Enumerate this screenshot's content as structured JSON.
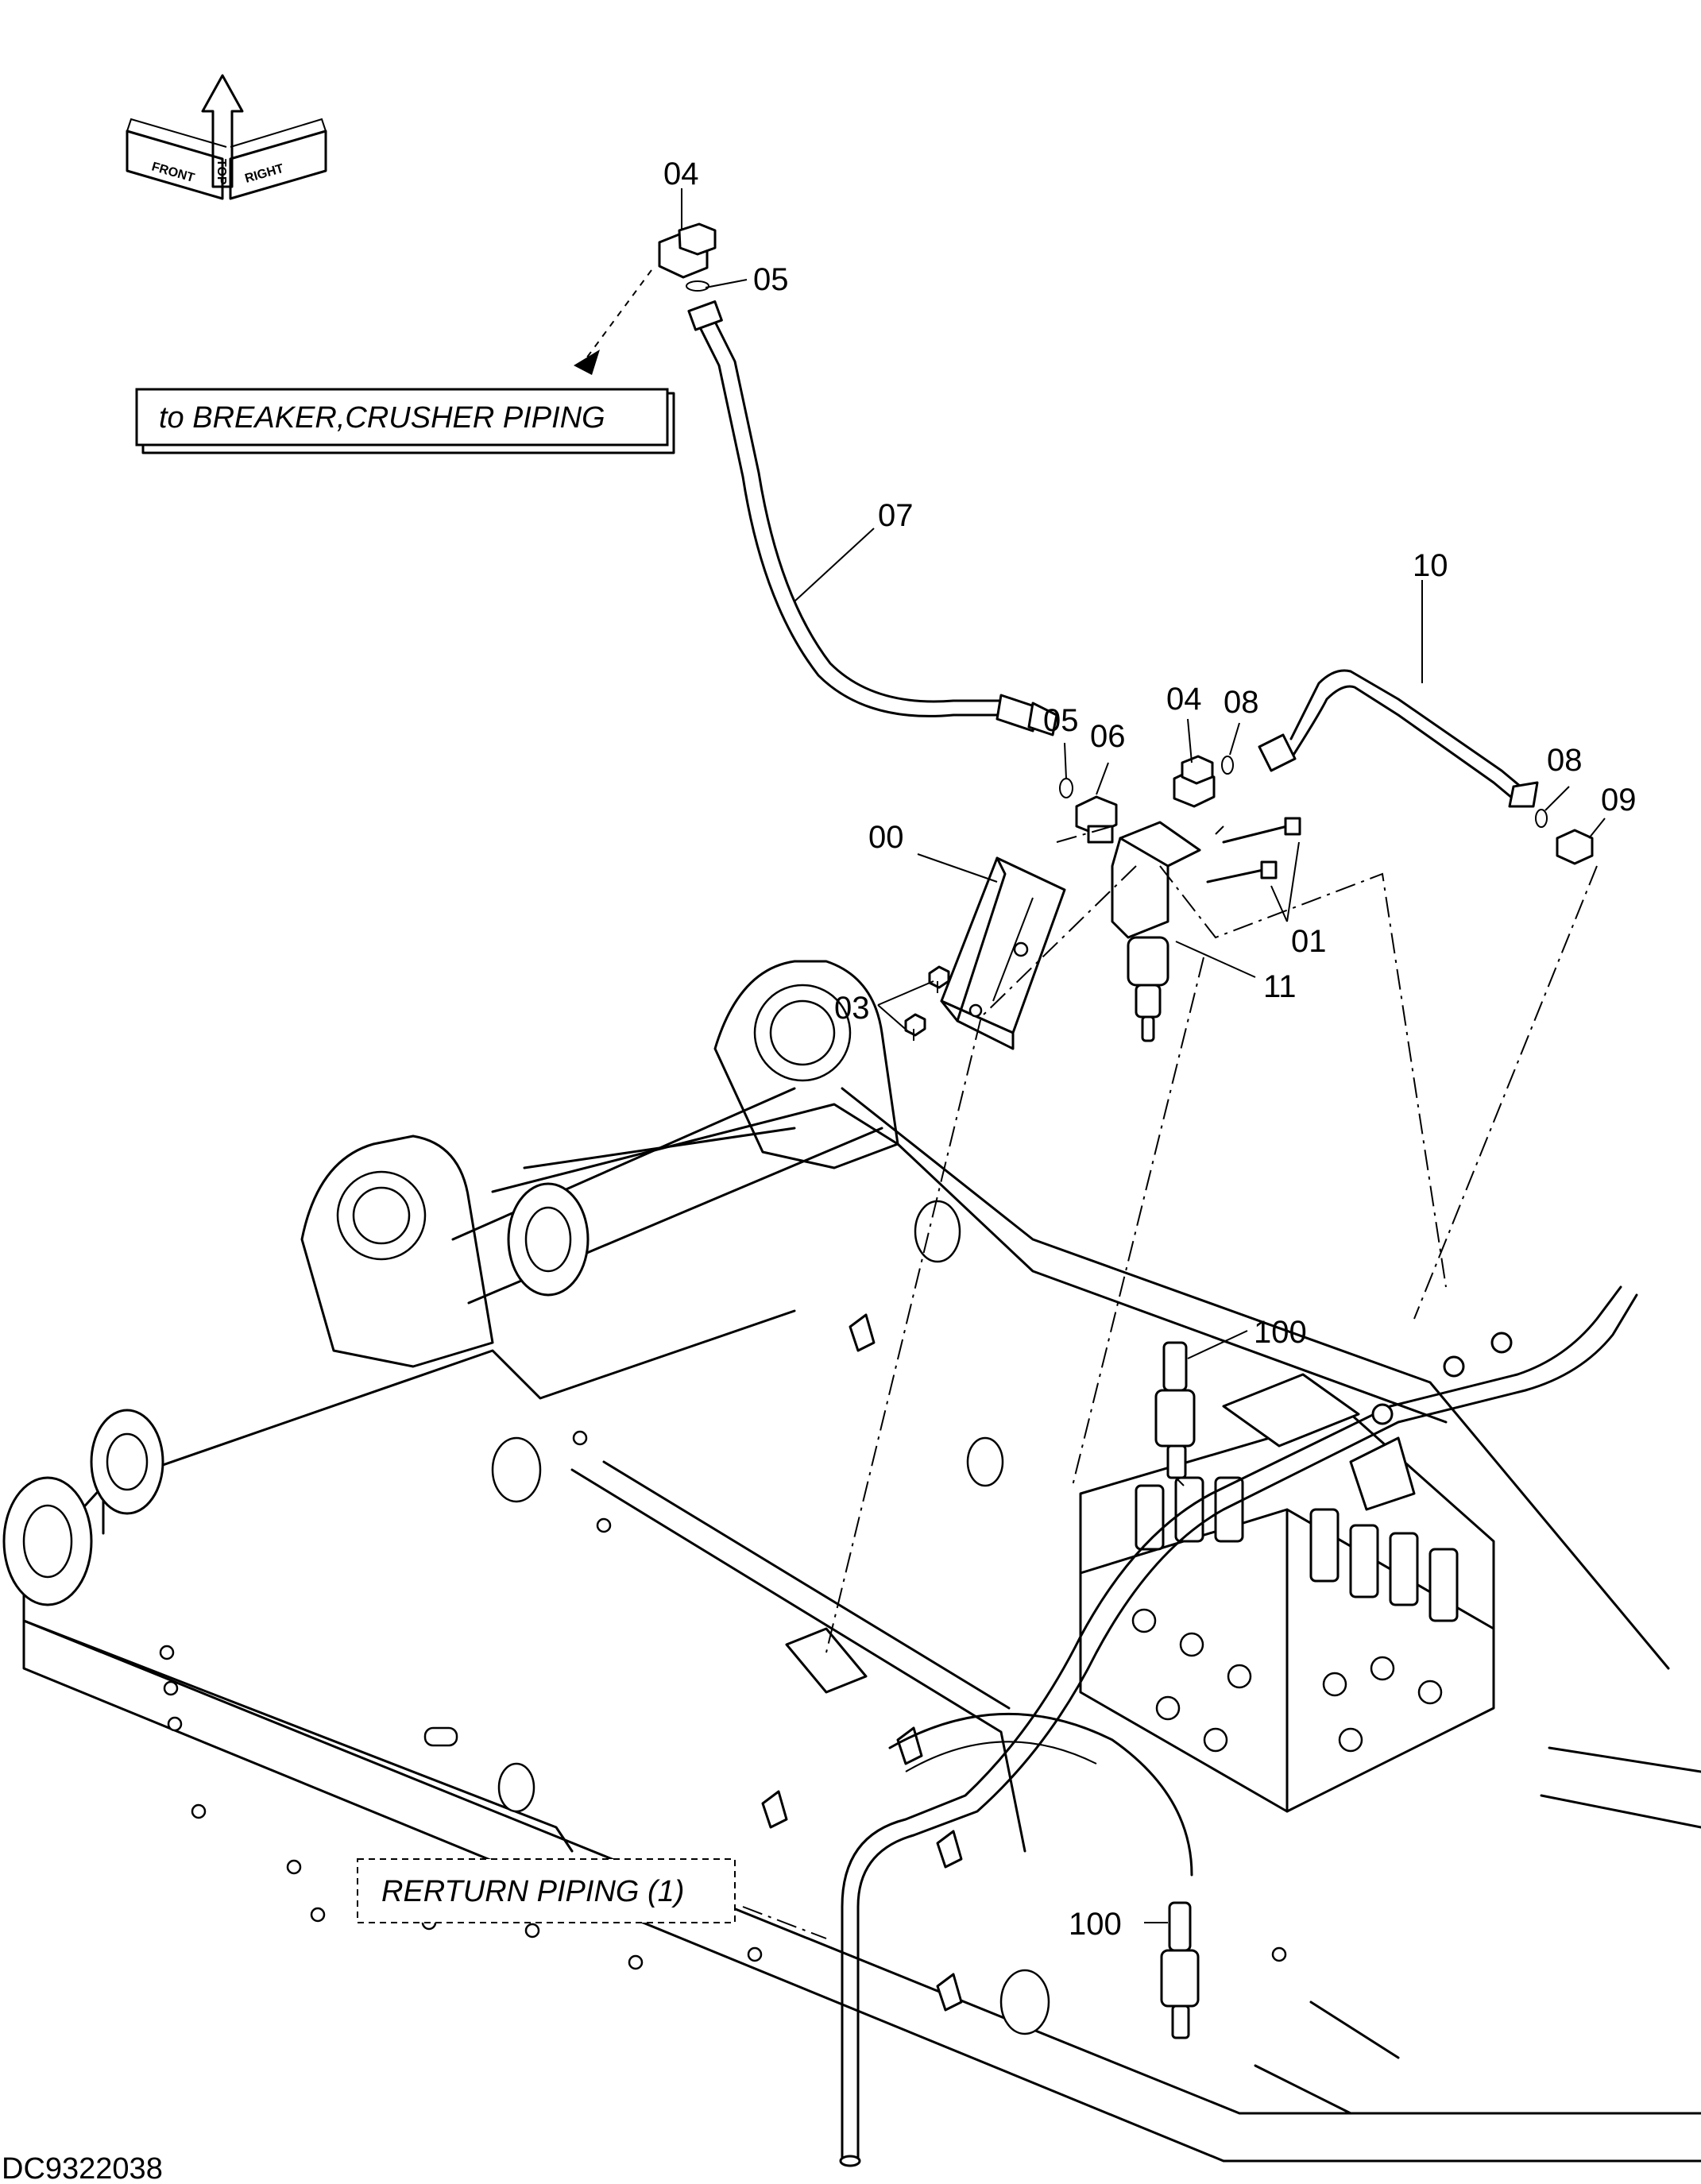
{
  "diagram": {
    "document_code": "DC9322038",
    "orientation_labels": [
      "FRONT",
      "TOP",
      "RIGHT"
    ],
    "callouts": {
      "breaker": "to BREAKER,CRUSHER PIPING",
      "return": "RERTURN PIPING (1)"
    },
    "part_labels": {
      "p04_top": "04",
      "p05_top": "05",
      "p07": "07",
      "p10": "10",
      "p05_mid": "05",
      "p06": "06",
      "p04_mid": "04",
      "p08_a": "08",
      "p08_b": "08",
      "p09": "09",
      "p00": "00",
      "p01": "01",
      "p11": "11",
      "p03": "03",
      "p100_a": "100",
      "p100_b": "100"
    }
  }
}
